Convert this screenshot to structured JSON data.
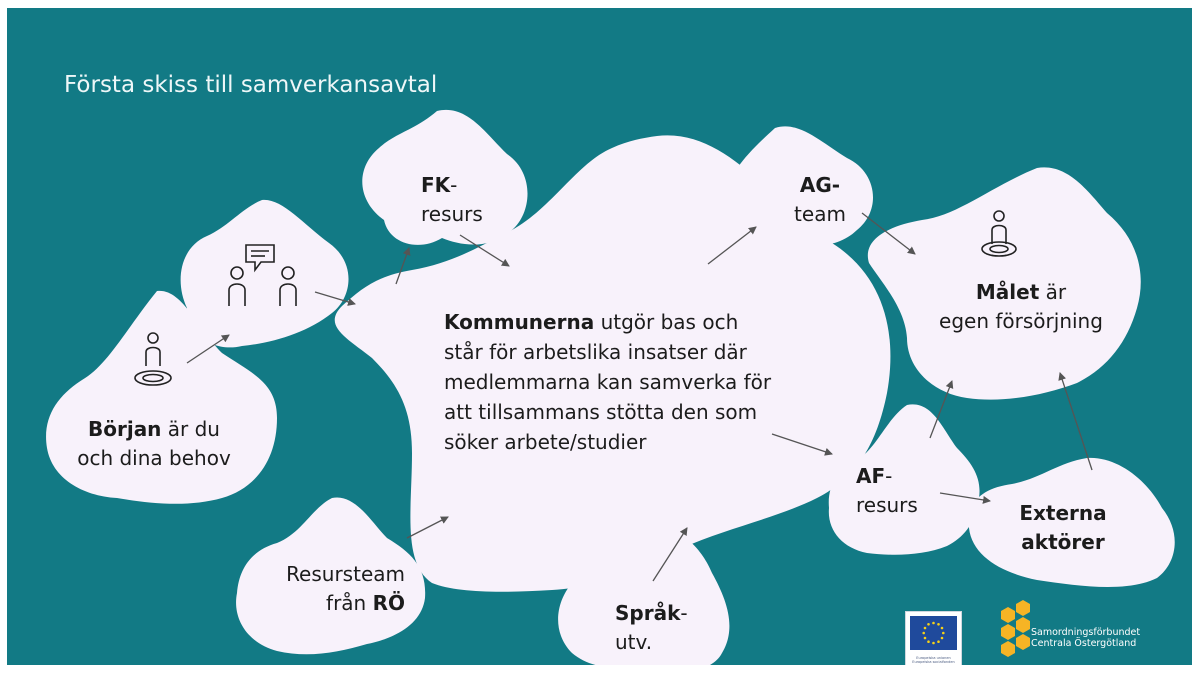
{
  "slide": {
    "title": "Första skiss till samverkansavtal"
  },
  "nodes": {
    "main": {
      "bold": "Kommunerna",
      "text": " utgör bas och står för arbetslika insatser där medlemmarna kan samverka för att tillsammans stötta den som söker arbete/studier"
    },
    "fk": {
      "line1_bold": "FK",
      "line1": "-",
      "line2": "resurs"
    },
    "ag": {
      "line1_bold": "AG-",
      "line2": "team"
    },
    "malet": {
      "bold": "Målet",
      "text": " är",
      "line2": "egen försörjning"
    },
    "borjan": {
      "bold": "Början",
      "text": " är du",
      "line2": "och dina behov"
    },
    "resursteam": {
      "line1": "Resursteam",
      "line2": "från ",
      "line2_bold": "RÖ"
    },
    "sprak": {
      "line1_bold": "Språk",
      "line1": "-",
      "line2": "utv."
    },
    "af": {
      "line1_bold": "AF",
      "line1": "-",
      "line2": "resurs"
    },
    "externa": {
      "line1": "Externa",
      "line2": "aktörer"
    }
  },
  "icons": {
    "person_target_left": "person-target-icon",
    "people_chat": "people-chat-icon",
    "person_target_right": "person-target-icon"
  },
  "logos": {
    "eu_text": "Europeiska unionen Europeiska socialfonden",
    "samordning_line1": "Samordningsförbundet",
    "samordning_line2": "Centrala Östergötland"
  },
  "colors": {
    "background": "#127a85",
    "blob": "#f8f2fb",
    "text": "#1c1c1c",
    "arrow": "#555555",
    "hex_logo": "#f6b425",
    "eu_blue": "#1f4a9c",
    "eu_star": "#f7d117"
  }
}
